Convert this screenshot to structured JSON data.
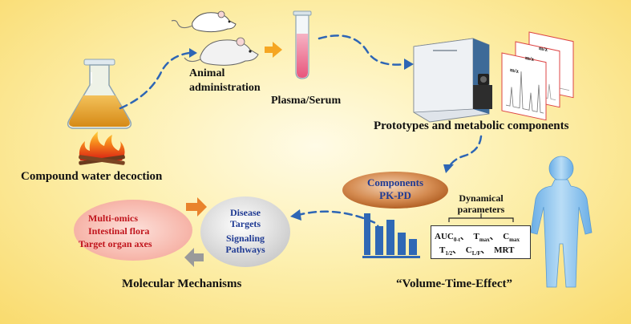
{
  "labels": {
    "decoction": "Compound water decoction",
    "animal": "Animal",
    "administration": "administration",
    "plasma": "Plasma/Serum",
    "prototypes": "Prototypes and metabolic components",
    "components": "Components",
    "pkpd": "PK-PD",
    "dynamical1": "Dynamical",
    "dynamical2": "parameters",
    "vte": "“Volume-Time-Effect”",
    "molecular": "Molecular Mechanisms",
    "multiomics": "Multi-omics",
    "flora": "Intestinal flora",
    "axes": "Target organ axes",
    "disease1": "Disease",
    "disease2": "Targets",
    "signal1": "Signaling",
    "signal2": "Pathways",
    "mz": "m/z"
  },
  "params": {
    "auc": "AUC",
    "auc_sub": "0-t",
    "sep": "、",
    "t": "T",
    "tmax_sub": "max",
    "c": "C",
    "cmax_sub": "max",
    "thalf_sub": "1/2",
    "clf_sub": "L/F",
    "mrt": "MRT"
  },
  "colors": {
    "arrow_blue": "#2e66b5",
    "label_blue": "#1f3a93",
    "label_red": "#c0141c",
    "ellipse_brown": "#b8611e",
    "ellipse_pink": "#f6a9a0",
    "body_blue": "#8ec6ef",
    "bars_blue": "#2f68b5"
  }
}
